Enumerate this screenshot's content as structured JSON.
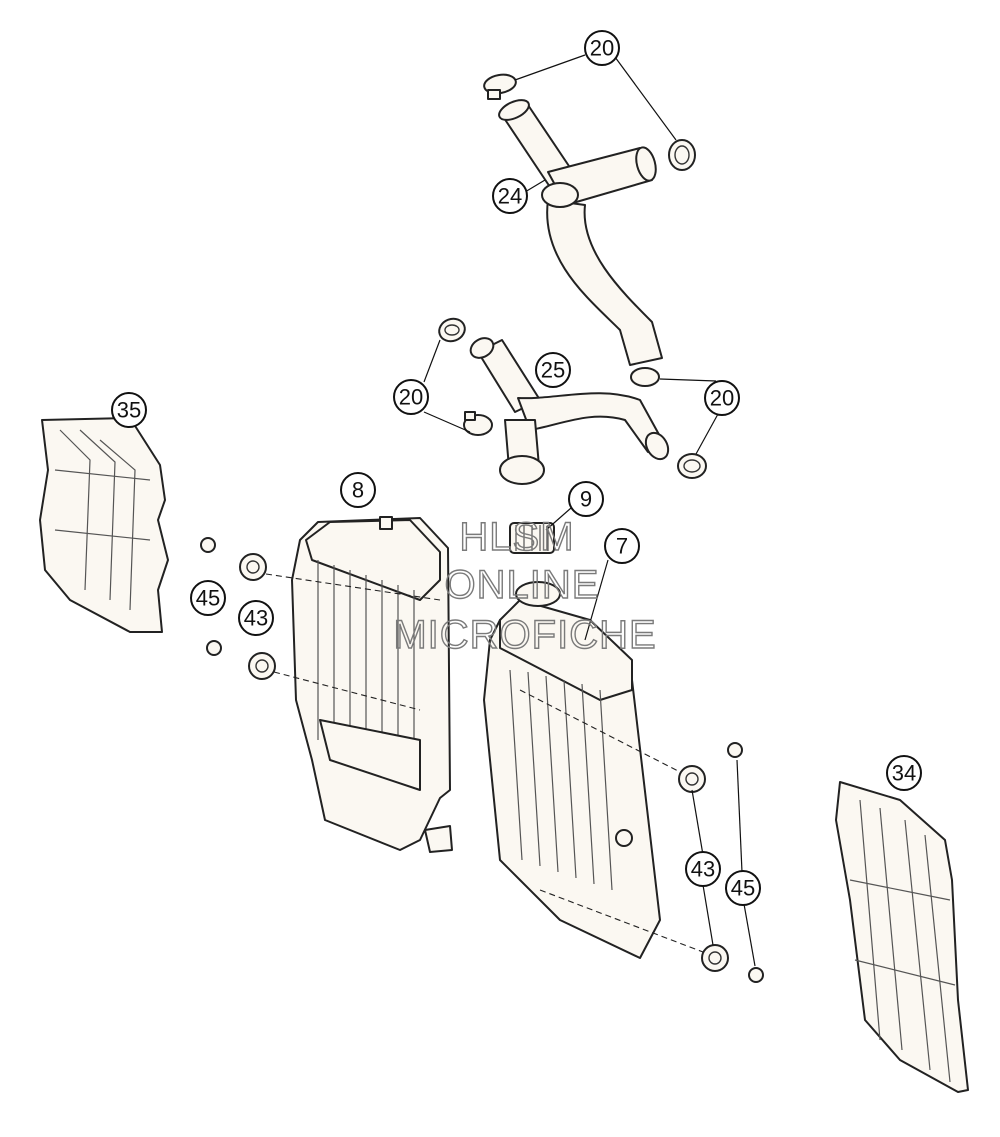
{
  "callouts": {
    "c20_top": "20",
    "c24": "24",
    "c25": "25",
    "c20_left": "20",
    "c20_right": "20",
    "c35": "35",
    "c8": "8",
    "c9": "9",
    "c7": "7",
    "c45_left": "45",
    "c43_left": "43",
    "c34": "34",
    "c43_right": "43",
    "c45_right": "45"
  },
  "watermark": {
    "line1": "HLSM",
    "line2": "ONLINE",
    "line3": "MICROFICHE"
  }
}
